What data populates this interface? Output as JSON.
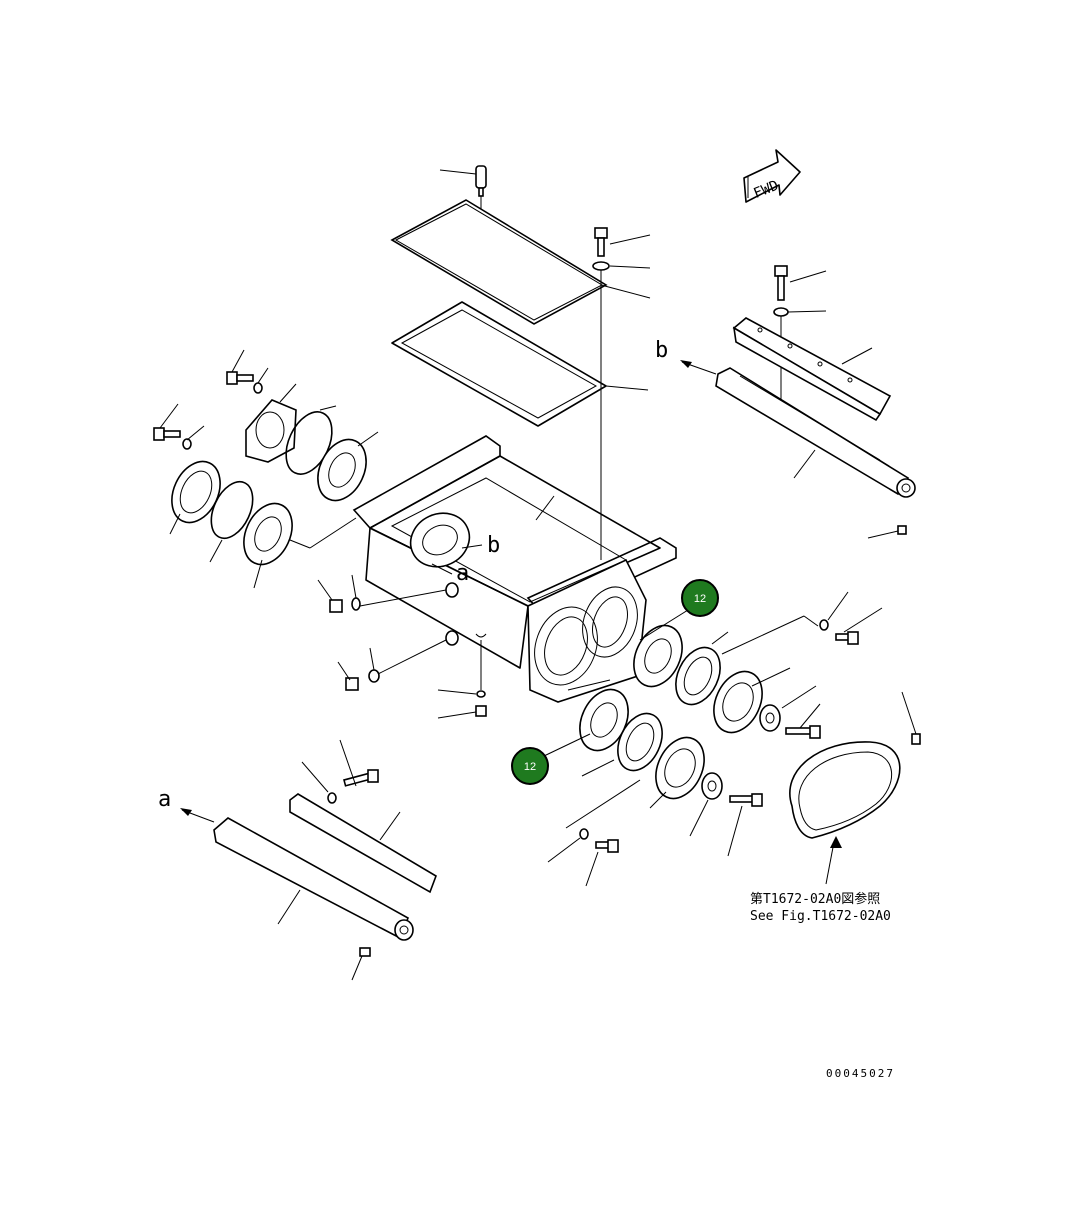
{
  "colors": {
    "line": "#000000",
    "background": "#ffffff",
    "callout_fill": "#1f7a1f",
    "callout_text": "#ffffff"
  },
  "fwd_label": "FWD",
  "view_letters": {
    "a": "a",
    "b": "b"
  },
  "callouts": [
    {
      "id": "callout-upper",
      "number": "12"
    },
    {
      "id": "callout-lower",
      "number": "12"
    }
  ],
  "reference_note": {
    "line1": "第T1672-02A0図参照",
    "line2": "See Fig.T1672-02A0"
  },
  "drawing_number": "00045027"
}
